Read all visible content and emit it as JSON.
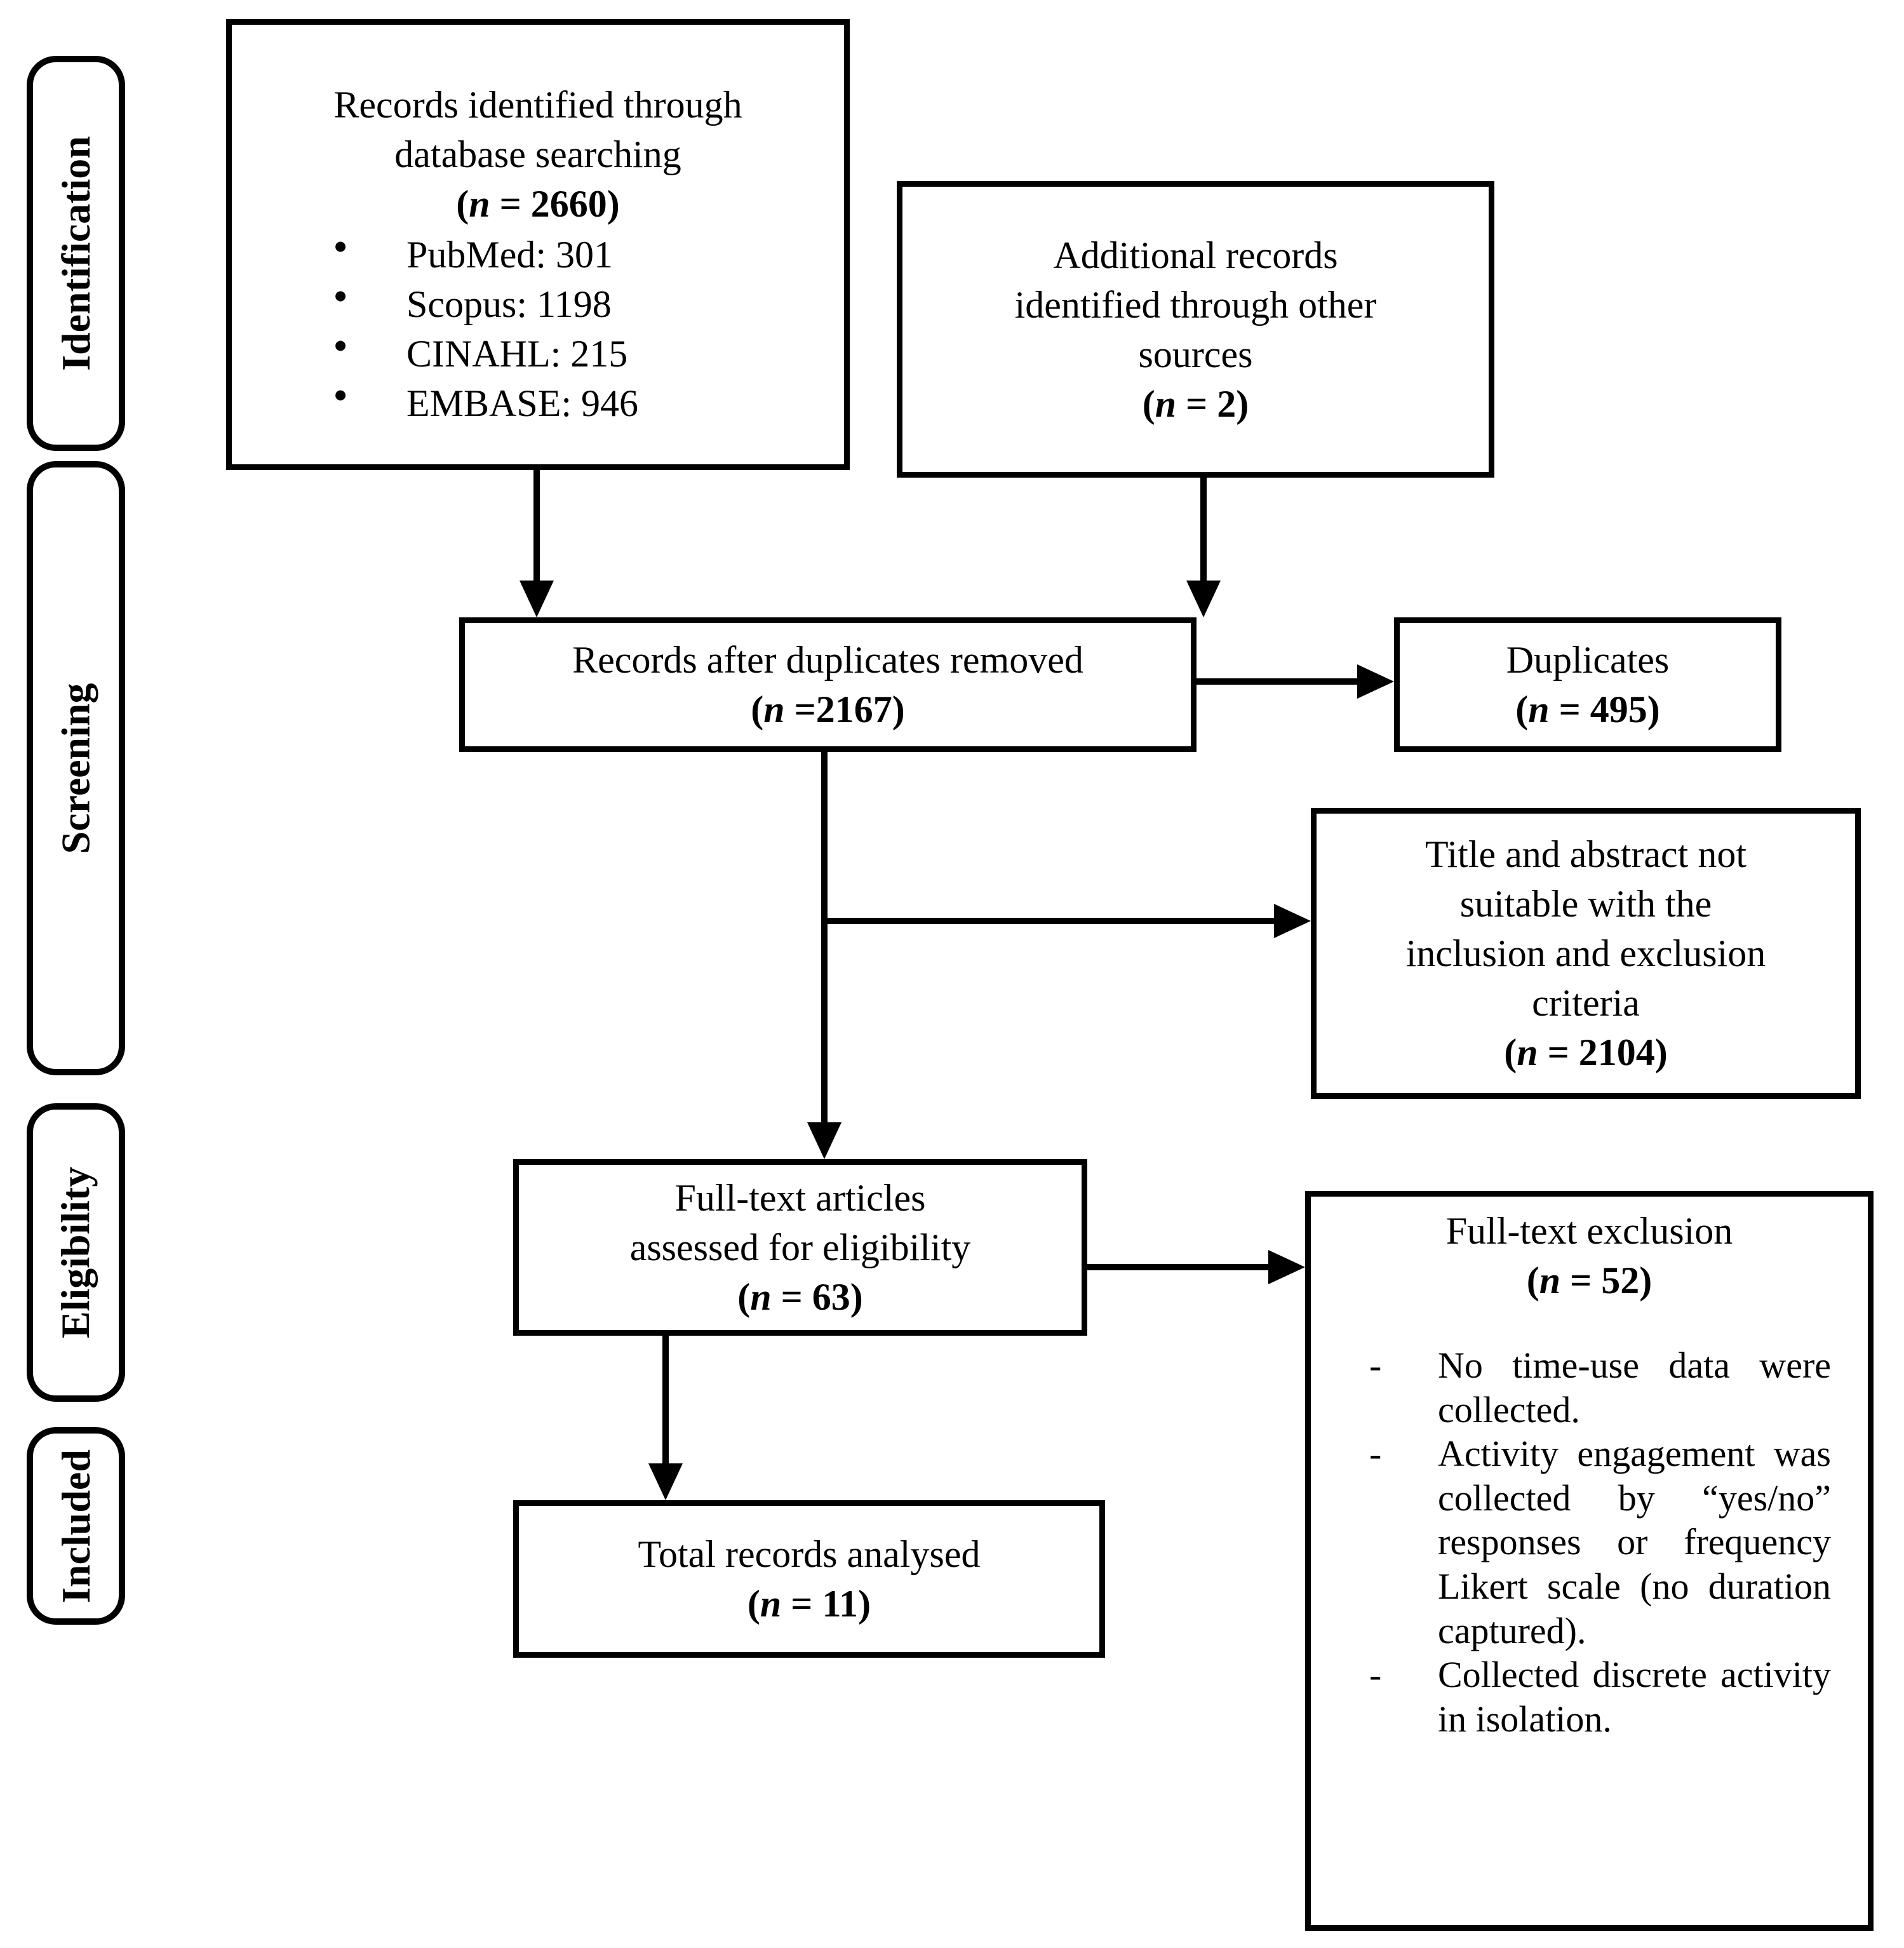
{
  "figure": {
    "kind": "PRISMA flow diagram",
    "colors": {
      "ink": "#000000",
      "paper": "#ffffff"
    }
  },
  "stages": [
    {
      "label": "Identification"
    },
    {
      "label": "Screening"
    },
    {
      "label": "Eligibility"
    },
    {
      "label": "Included"
    }
  ],
  "boxes": {
    "identified": {
      "lines": [
        "Records identified through",
        "database searching"
      ],
      "n_line": "(n = 2660)",
      "bullets": [
        "PubMed: 301",
        "Scopus: 1198",
        "CINAHL: 215",
        "EMBASE: 946"
      ]
    },
    "additional": {
      "lines": [
        "Additional records",
        "identified through other",
        "sources"
      ],
      "n_line": "(n = 2)"
    },
    "after_duplicates": {
      "lines": [
        "Records after duplicates removed"
      ],
      "n_line": "(n =2167)"
    },
    "duplicates": {
      "lines": [
        "Duplicates"
      ],
      "n_line": "(n = 495)"
    },
    "title_abstract": {
      "lines": [
        "Title and abstract not",
        "suitable with the",
        "inclusion and exclusion",
        "criteria"
      ],
      "n_line": "(n = 2104)"
    },
    "fulltext": {
      "lines": [
        "Full-text articles",
        "assessed for eligibility"
      ],
      "n_line": "(n = 63)"
    },
    "exclusion": {
      "lines": [
        "Full-text exclusion"
      ],
      "n_line": "(n = 52)",
      "items": [
        "No time-use data were collected.",
        "Activity engagement was collected by “yes/no” responses or frequency Likert scale (no duration captured).",
        "Collected discrete activity in isolation."
      ]
    },
    "analysed": {
      "lines": [
        "Total records analysed"
      ],
      "n_line": "(n = 11)"
    }
  }
}
